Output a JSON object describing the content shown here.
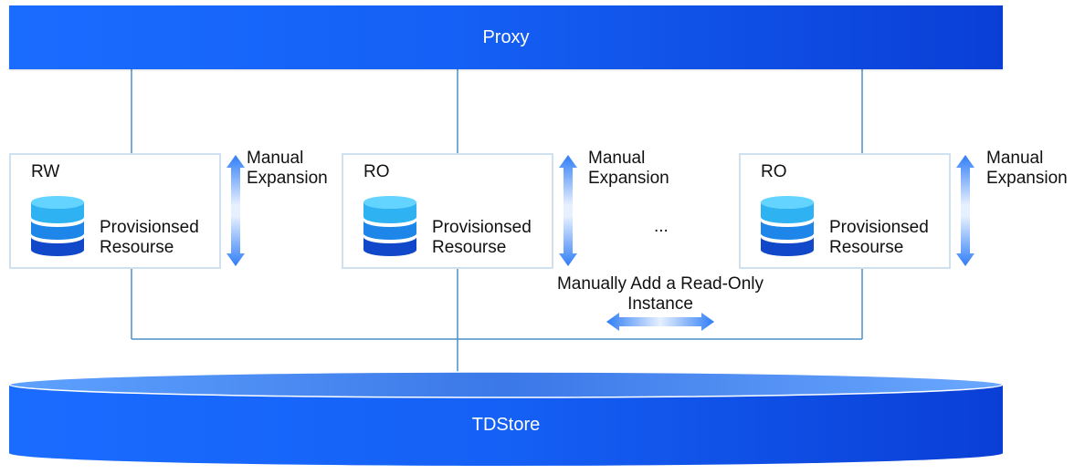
{
  "proxy": {
    "label": "Proxy"
  },
  "storage": {
    "label": "TDStore"
  },
  "nodes": [
    {
      "role": "RW",
      "resource_label": "Provisionsed\nResourse",
      "expansion_label": "Manual\nExpansion"
    },
    {
      "role": "RO",
      "resource_label": "Provisionsed\nResourse",
      "expansion_label": "Manual\nExpansion"
    },
    {
      "role": "RO",
      "resource_label": "Provisionsed\nResourse",
      "expansion_label": "Manual\nExpansion"
    }
  ],
  "ellipsis": "...",
  "add_instance": {
    "label": "Manually Add a Read-Only\nInstance"
  },
  "colors": {
    "brand_blue": "#1560f5",
    "brand_dark": "#0a3fd6",
    "connector": "#4a90c8",
    "node_border": "#cfe0ef"
  },
  "icons": [
    "database-icon",
    "double-arrow-vertical-icon",
    "double-arrow-horizontal-icon"
  ]
}
